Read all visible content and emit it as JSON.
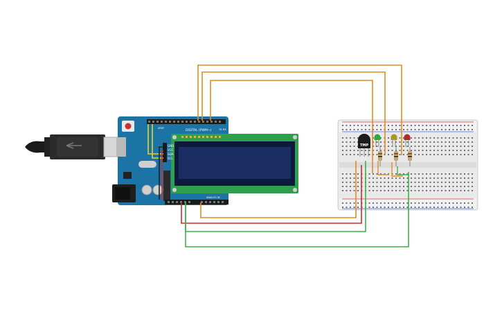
{
  "arduino": {
    "digital_header_label": "DIGITAL (PWM~)",
    "analog_header_label": "ANALOG IN",
    "aref_label": "AREF",
    "gnd_label": "GND",
    "tx_label": "TX",
    "rx_label": "RX",
    "board_color": "#1c73a5"
  },
  "lcd": {
    "pins": [
      "GND",
      "VCC",
      "SDA",
      "SCL"
    ],
    "screen_color": "#1b2e63",
    "pcb_color": "#2f9e4f"
  },
  "sensor": {
    "label": "TMP"
  },
  "leds": [
    {
      "name": "green-led",
      "color": "#2faa3a"
    },
    {
      "name": "yellow-led",
      "color": "#a89a1a"
    },
    {
      "name": "red-led",
      "color": "#b22a2a"
    }
  ],
  "wire_colors": {
    "orange": "#e38b1f",
    "red": "#d5282b",
    "green": "#3cb24a",
    "yellow": "#e4d425",
    "black": "#222222"
  }
}
